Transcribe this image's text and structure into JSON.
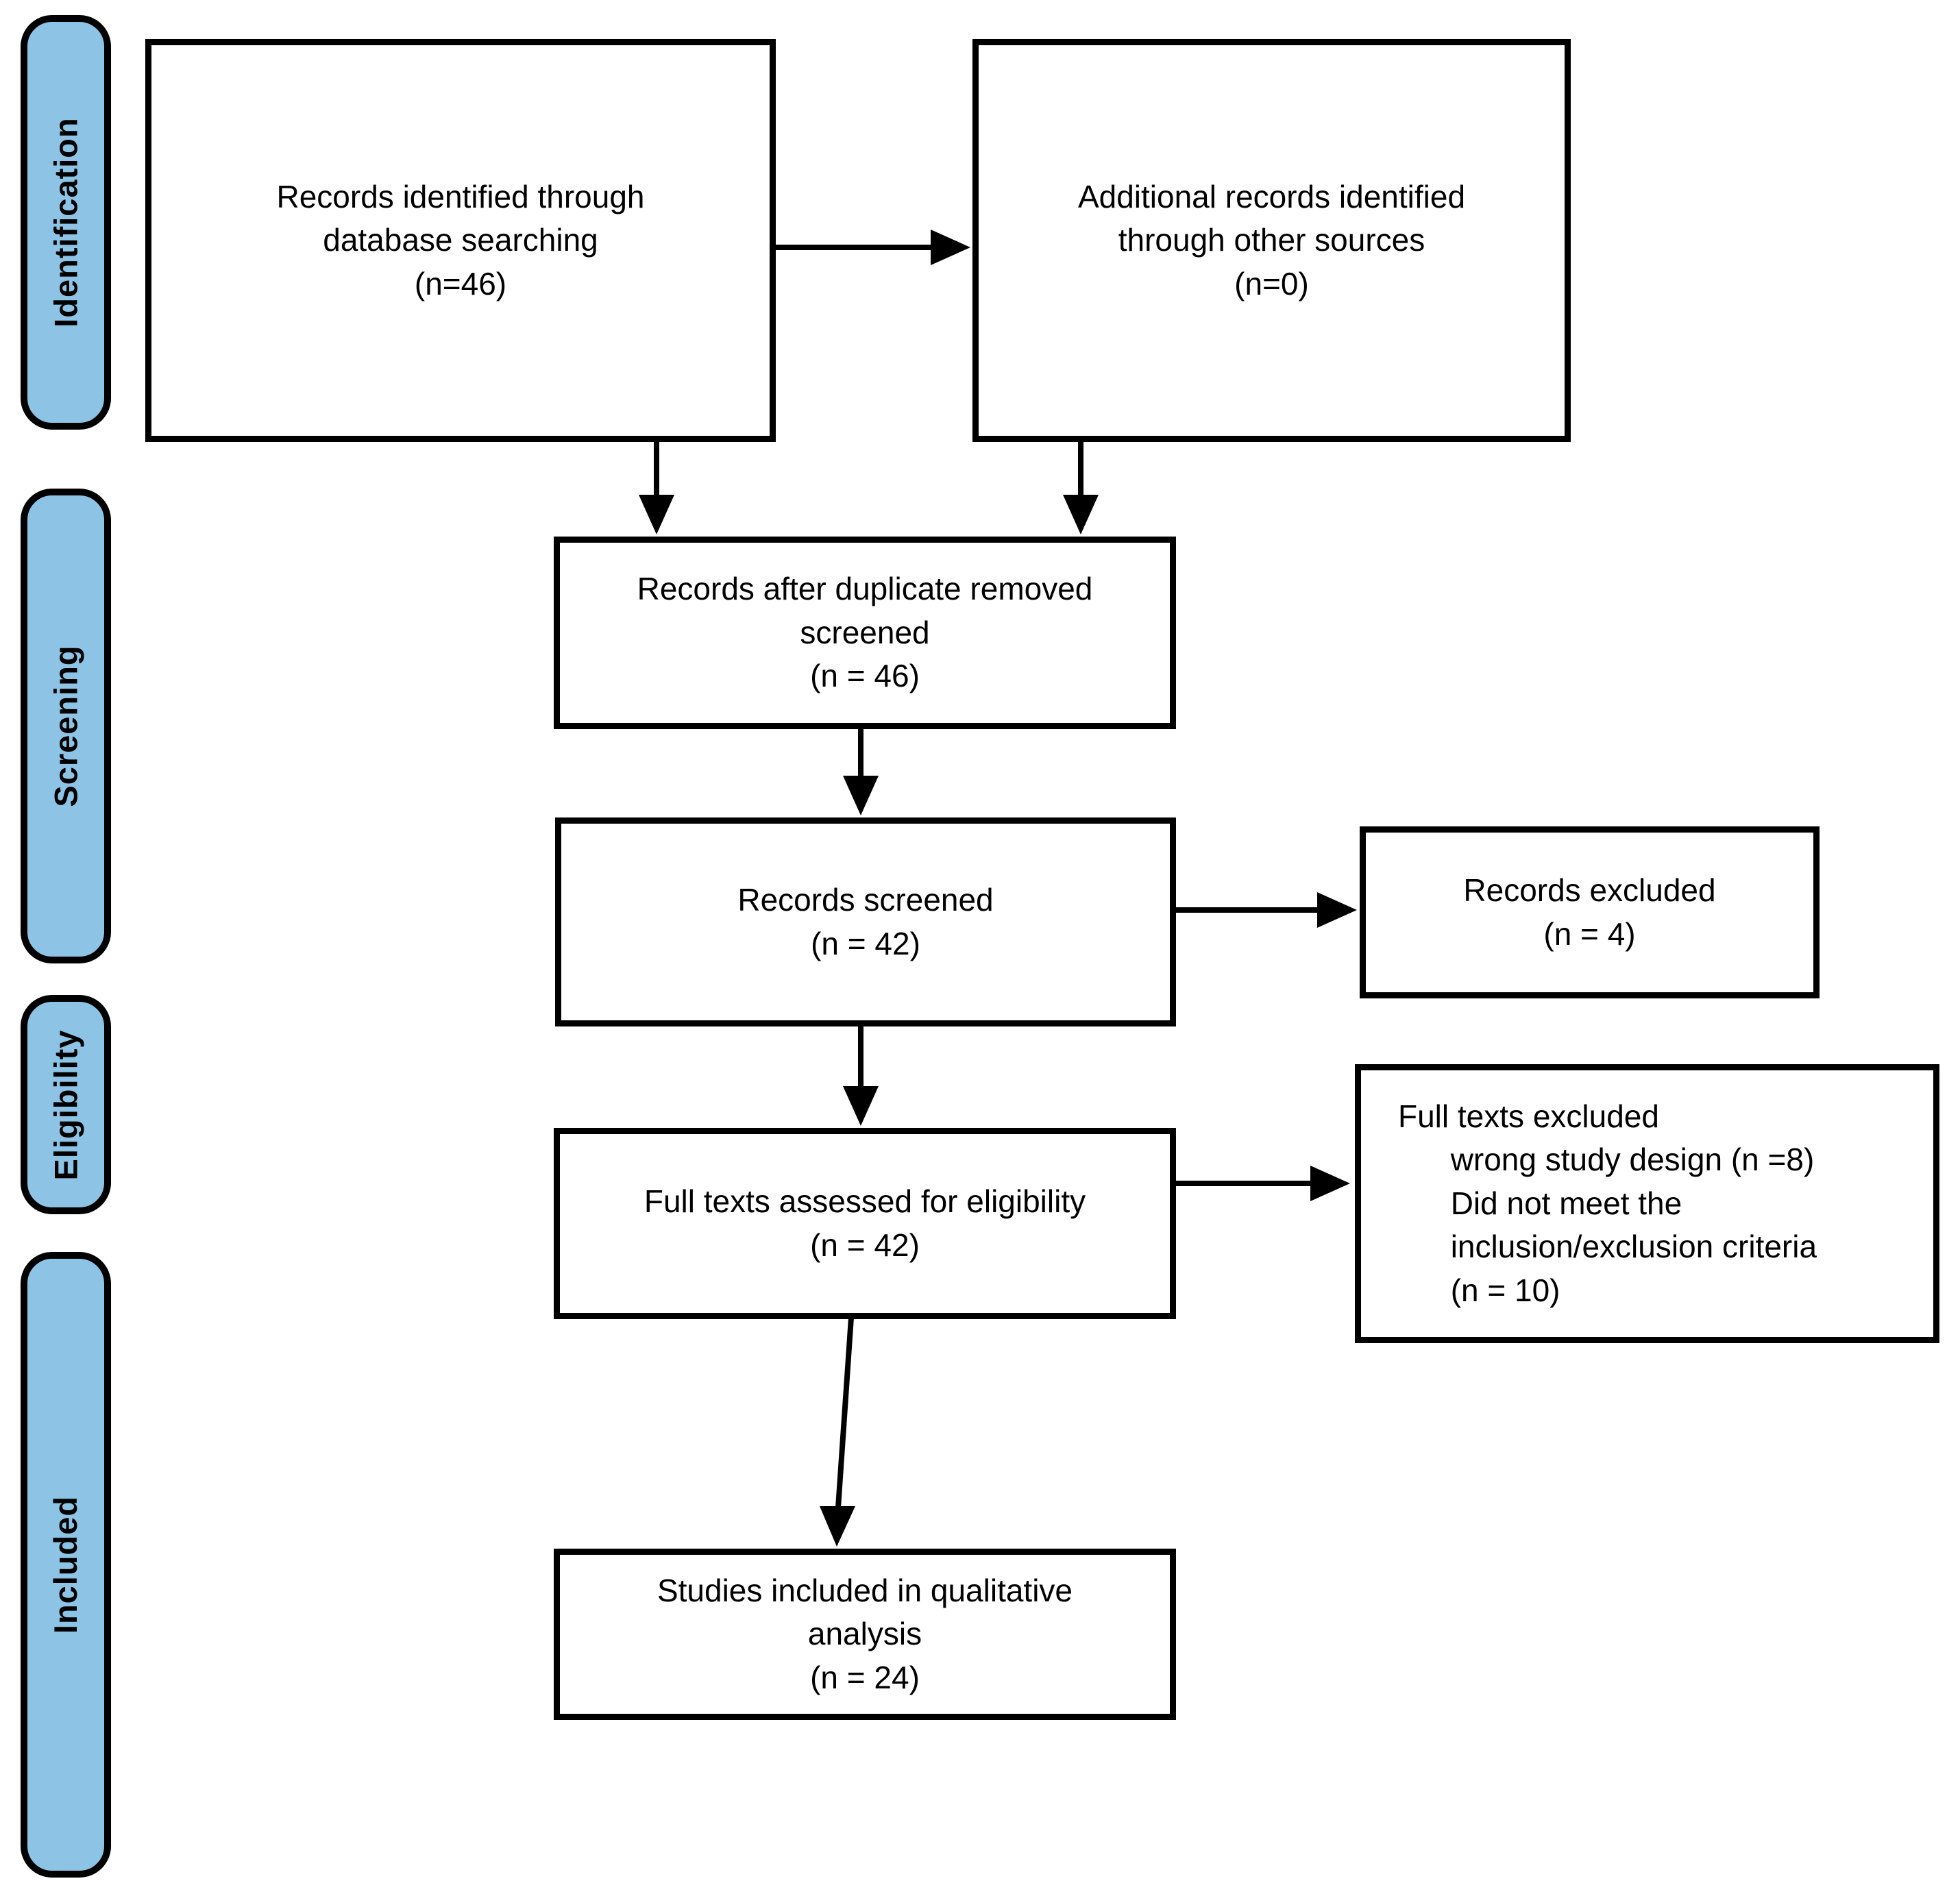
{
  "colors": {
    "stage_fill": "#8DC4E6",
    "box_fill": "#FFFFFF",
    "stroke": "#000000"
  },
  "stages": [
    "Identification",
    "Screening",
    "Eligibility",
    "Included"
  ],
  "boxes": {
    "identified": "Records identified through\ndatabase searching\n(n=46)",
    "additional": "Additional records identified\nthrough other sources\n(n=0)",
    "after_duplicates": "Records after duplicate removed\nscreened\n(n = 46)",
    "screened": "Records screened\n(n = 42)",
    "records_excluded": "Records excluded\n(n = 4)",
    "full_text_assessed": "Full texts assessed for eligibility\n(n = 42)",
    "full_text_excluded": "Full texts excluded\n      wrong study design (n =8)\n      Did not meet the\n      inclusion/exclusion criteria\n      (n = 10)",
    "included_qualitative": "Studies included in qualitative\nanalysis\n(n = 24)"
  }
}
